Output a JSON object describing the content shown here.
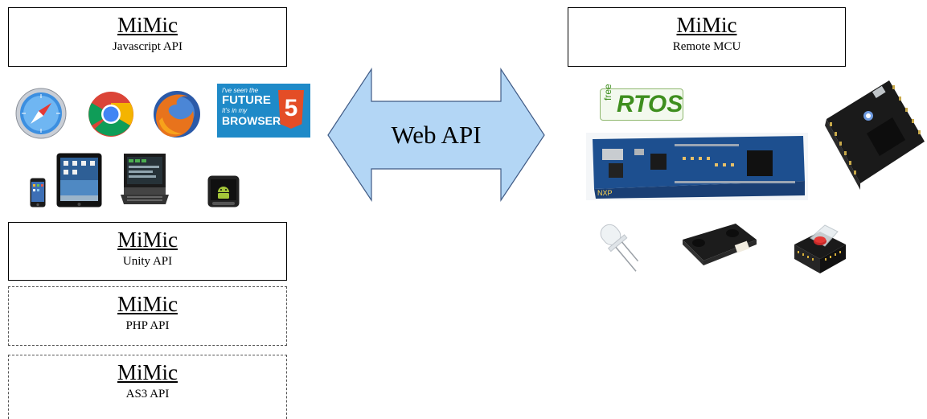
{
  "js_api": {
    "title": "MiMic",
    "subtitle": "Javascript API"
  },
  "remote_mcu": {
    "title": "MiMic",
    "subtitle": "Remote MCU"
  },
  "unity_api": {
    "title": "MiMic",
    "subtitle": "Unity API"
  },
  "php_api": {
    "title": "MiMic",
    "subtitle": "PHP API"
  },
  "as3_api": {
    "title": "MiMic",
    "subtitle": "AS3 API"
  },
  "arrow": {
    "label": "Web API",
    "fill": "#b3d6f5",
    "stroke": "#3f5a85"
  },
  "html5_badge": {
    "line1": "I've seen the",
    "line2": "FUTURE",
    "line3": "It's in my",
    "line4": "BROWSER",
    "number": "5",
    "color": "#1f8ac8",
    "shield_color": "#e44d26"
  },
  "freertos_logo": {
    "prefix": "free",
    "text": "RTOS",
    "color": "#3e8e1e"
  },
  "browser_icons": [
    "safari-icon",
    "chrome-icon",
    "firefox-icon",
    "html5-badge"
  ],
  "device_icons": [
    "iphone-icon",
    "ipad-icon",
    "laptop-icon",
    "android-phone-icon"
  ],
  "hardware_images": [
    "lpcxpresso-board",
    "mbed-module",
    "led-component",
    "distance-sensor",
    "pushbutton-module"
  ]
}
